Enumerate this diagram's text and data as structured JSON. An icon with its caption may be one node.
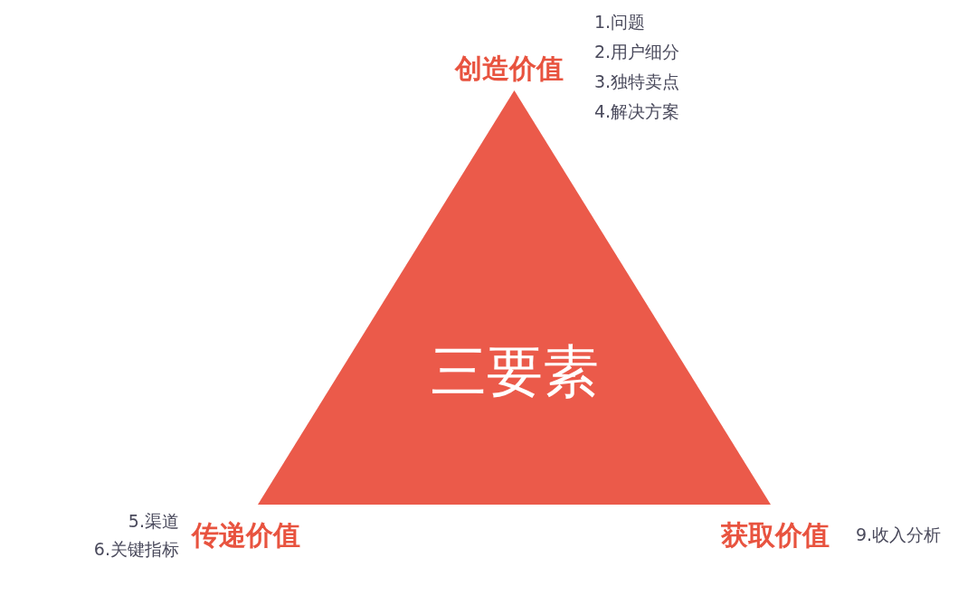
{
  "diagram": {
    "nodes": [
      {
        "text": [
          "三要素"
        ]
      }
    ],
    "edges": [],
    "labels": [
      "创造价值",
      "1.问题",
      "2.用户细分",
      "3.独特卖点",
      "4.解决方案",
      "5.渠道",
      "6.关键指标",
      "传递价值",
      "获取价值",
      "9.收入分析"
    ]
  }
}
